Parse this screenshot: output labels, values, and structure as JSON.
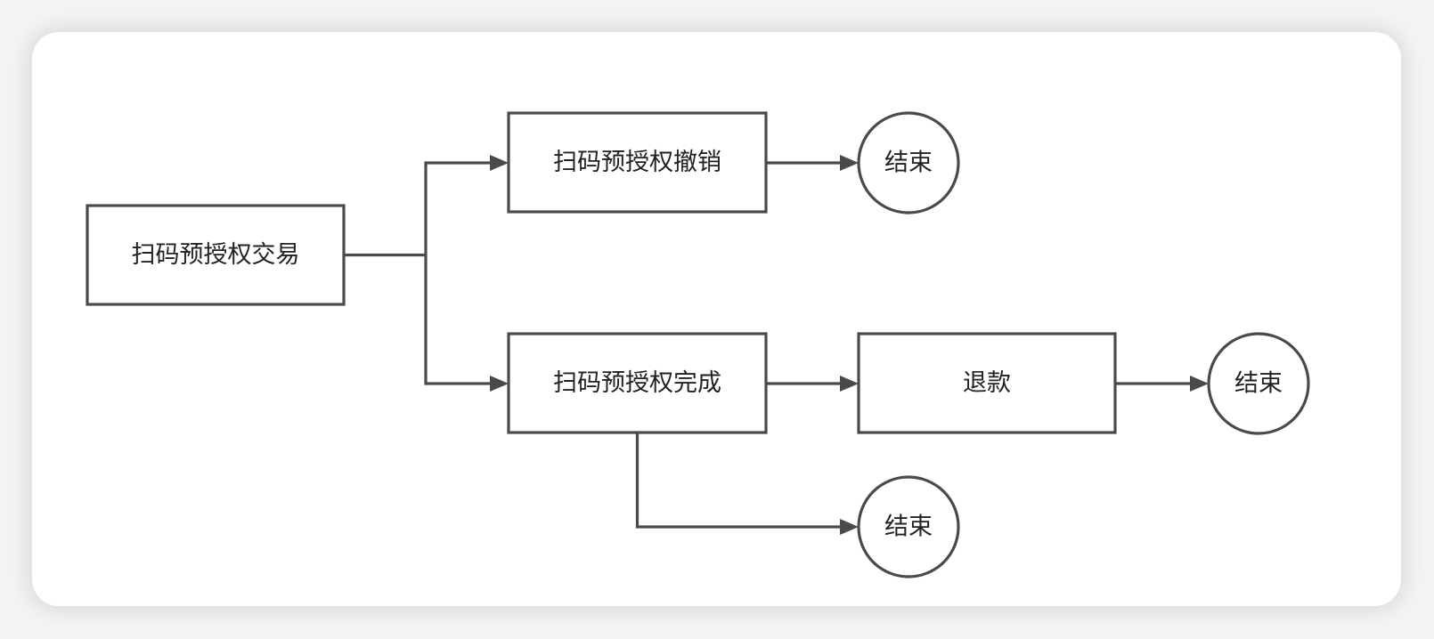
{
  "diagram": {
    "type": "flowchart",
    "colors": {
      "stroke": "#4a4a4a",
      "text": "#222222",
      "card_background": "#ffffff",
      "page_background": "#f4f4f4"
    },
    "nodes": [
      {
        "id": "trade",
        "shape": "rect",
        "label": "扫码预授权交易"
      },
      {
        "id": "revoke",
        "shape": "rect",
        "label": "扫码预授权撤销"
      },
      {
        "id": "end1",
        "shape": "circle",
        "label": "结束"
      },
      {
        "id": "complete",
        "shape": "rect",
        "label": "扫码预授权完成"
      },
      {
        "id": "refund",
        "shape": "rect",
        "label": "退款"
      },
      {
        "id": "end2",
        "shape": "circle",
        "label": "结束"
      },
      {
        "id": "end3",
        "shape": "circle",
        "label": "结束"
      }
    ],
    "edges": [
      {
        "from": "trade",
        "to": "revoke"
      },
      {
        "from": "trade",
        "to": "complete"
      },
      {
        "from": "revoke",
        "to": "end1"
      },
      {
        "from": "complete",
        "to": "refund"
      },
      {
        "from": "refund",
        "to": "end2"
      },
      {
        "from": "complete",
        "to": "end3"
      }
    ]
  }
}
